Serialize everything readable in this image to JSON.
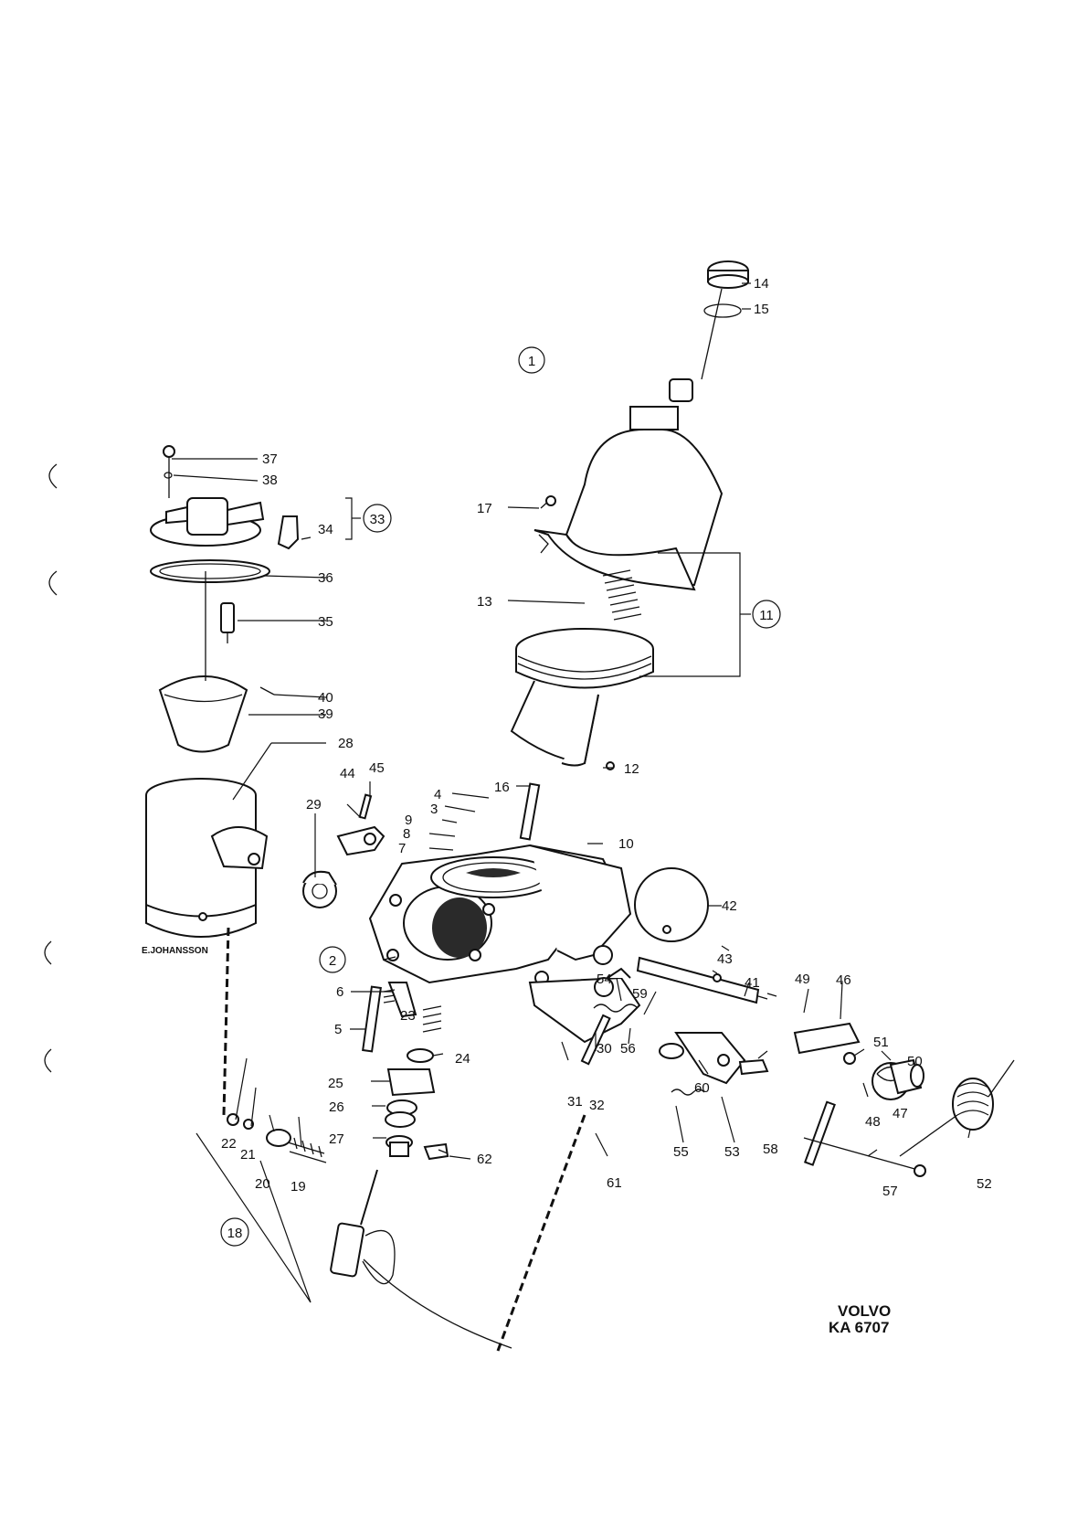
{
  "diagram": {
    "callouts": [
      {
        "id": "c1",
        "text": "1",
        "circled": true
      },
      {
        "id": "c2",
        "text": "2",
        "circled": true
      },
      {
        "id": "c3",
        "text": "3"
      },
      {
        "id": "c4",
        "text": "4"
      },
      {
        "id": "c5",
        "text": "5"
      },
      {
        "id": "c6",
        "text": "6"
      },
      {
        "id": "c7",
        "text": "7"
      },
      {
        "id": "c8",
        "text": "8"
      },
      {
        "id": "c9",
        "text": "9"
      },
      {
        "id": "c10",
        "text": "10"
      },
      {
        "id": "c11",
        "text": "11",
        "circled": true
      },
      {
        "id": "c12",
        "text": "12"
      },
      {
        "id": "c13",
        "text": "13"
      },
      {
        "id": "c14",
        "text": "14"
      },
      {
        "id": "c15",
        "text": "15"
      },
      {
        "id": "c16",
        "text": "16"
      },
      {
        "id": "c17",
        "text": "17"
      },
      {
        "id": "c18",
        "text": "18",
        "circled": true
      },
      {
        "id": "c19",
        "text": "19"
      },
      {
        "id": "c20",
        "text": "20"
      },
      {
        "id": "c21",
        "text": "21"
      },
      {
        "id": "c22",
        "text": "22"
      },
      {
        "id": "c23",
        "text": "23"
      },
      {
        "id": "c24",
        "text": "24"
      },
      {
        "id": "c25",
        "text": "25"
      },
      {
        "id": "c26",
        "text": "26"
      },
      {
        "id": "c27",
        "text": "27"
      },
      {
        "id": "c28",
        "text": "28"
      },
      {
        "id": "c29",
        "text": "29"
      },
      {
        "id": "c30",
        "text": "30"
      },
      {
        "id": "c31",
        "text": "31"
      },
      {
        "id": "c32",
        "text": "32"
      },
      {
        "id": "c33",
        "text": "33",
        "circled": true
      },
      {
        "id": "c34",
        "text": "34"
      },
      {
        "id": "c35",
        "text": "35"
      },
      {
        "id": "c36",
        "text": "36"
      },
      {
        "id": "c37",
        "text": "37"
      },
      {
        "id": "c38",
        "text": "38"
      },
      {
        "id": "c39",
        "text": "39"
      },
      {
        "id": "c40",
        "text": "40"
      },
      {
        "id": "c41",
        "text": "41"
      },
      {
        "id": "c42",
        "text": "42"
      },
      {
        "id": "c43",
        "text": "43"
      },
      {
        "id": "c44",
        "text": "44"
      },
      {
        "id": "c45",
        "text": "45"
      },
      {
        "id": "c46",
        "text": "46"
      },
      {
        "id": "c47",
        "text": "47"
      },
      {
        "id": "c48",
        "text": "48"
      },
      {
        "id": "c49",
        "text": "49"
      },
      {
        "id": "c50",
        "text": "50"
      },
      {
        "id": "c51",
        "text": "51"
      },
      {
        "id": "c52",
        "text": "52"
      },
      {
        "id": "c53",
        "text": "53"
      },
      {
        "id": "c54",
        "text": "54"
      },
      {
        "id": "c55",
        "text": "55"
      },
      {
        "id": "c56",
        "text": "56"
      },
      {
        "id": "c57",
        "text": "57"
      },
      {
        "id": "c58",
        "text": "58"
      },
      {
        "id": "c59",
        "text": "59"
      },
      {
        "id": "c60",
        "text": "60"
      },
      {
        "id": "c61",
        "text": "61"
      },
      {
        "id": "c62",
        "text": "62"
      }
    ],
    "signature": "E.JOHANSSON",
    "brand": "VOLVO",
    "figure_code": "KA 6707"
  }
}
